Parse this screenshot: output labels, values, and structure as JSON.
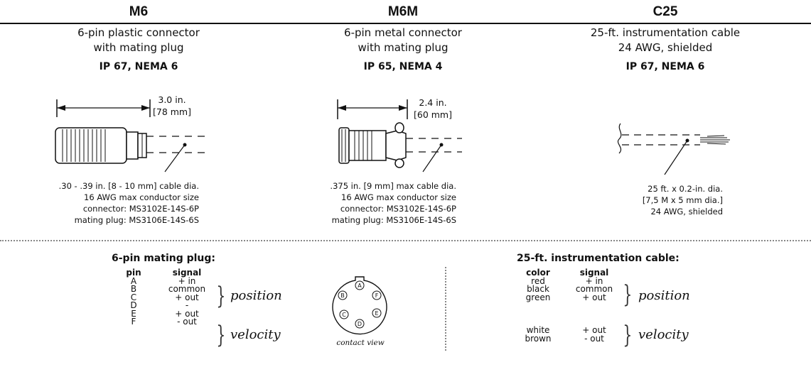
{
  "columns": [
    {
      "code": "M6",
      "line1": "6-pin plastic connector",
      "line2": "with mating plug",
      "rating": "IP 67, NEMA 6",
      "dim_in": "3.0 in.",
      "dim_mm": "[78 mm]",
      "specs": [
        ".30 - .39 in. [8 - 10 mm] cable dia.",
        "16 AWG max conductor size",
        "connector: MS3102E-14S-6P",
        "mating plug: MS3106E-14S-6S"
      ]
    },
    {
      "code": "M6M",
      "line1": "6-pin metal connector",
      "line2": "with mating plug",
      "rating": "IP 65, NEMA 4",
      "dim_in": "2.4 in.",
      "dim_mm": "[60 mm]",
      "specs": [
        ".375 in. [9 mm] max cable dia.",
        "16 AWG max conductor size",
        "connector: MS3102E-14S-6P",
        "mating plug: MS3106E-14S-6S"
      ]
    },
    {
      "code": "C25",
      "line1": "25-ft. instrumentation cable",
      "line2": "24 AWG, shielded",
      "rating": "IP 67, NEMA 6",
      "specs": [
        "25 ft. x 0.2-in. dia.",
        "[7,5 M x 5 mm dia.]",
        "24 AWG, shielded"
      ]
    }
  ],
  "plug_table": {
    "title": "6-pin mating plug:",
    "col1": "pin",
    "col2": "signal",
    "pins": [
      "A",
      "B",
      "C",
      "D",
      "E",
      "F"
    ],
    "signals": [
      "+ in",
      "common",
      "+ out",
      "-",
      "+ out",
      "- out"
    ],
    "group1": "position",
    "group2": "velocity"
  },
  "contact_view": {
    "label": "contact view",
    "pins": [
      "A",
      "B",
      "C",
      "D",
      "E",
      "F"
    ]
  },
  "cable_table": {
    "title": "25-ft. instrumentation cable:",
    "col1": "color",
    "col2": "signal",
    "colors_a": [
      "red",
      "black",
      "green"
    ],
    "signals_a": [
      "+ in",
      "common",
      "+ out"
    ],
    "colors_b": [
      "white",
      "brown"
    ],
    "signals_b": [
      "+ out",
      "- out"
    ],
    "group1": "position",
    "group2": "velocity"
  }
}
